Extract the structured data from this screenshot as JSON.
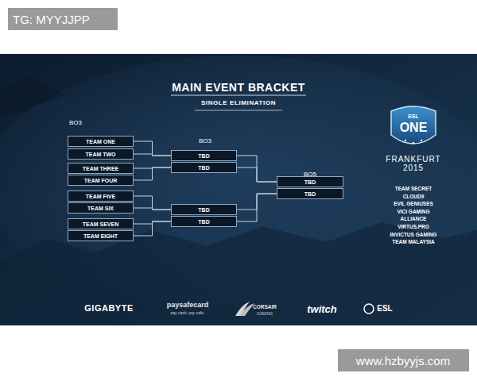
{
  "diagram": {
    "title": "MAIN EVENT BRACKET",
    "nodes": [
      {
        "text": [
          "TEAM ONE"
        ]
      },
      {
        "text": [
          "TEAM TWO"
        ]
      },
      {
        "text": [
          "TEAM THREE"
        ]
      },
      {
        "text": [
          "TEAM FOUR"
        ]
      },
      {
        "text": [
          "TEAM FIVE"
        ]
      },
      {
        "text": [
          "TEAM SIX"
        ]
      },
      {
        "text": [
          "TEAM SEVEN"
        ]
      },
      {
        "text": [
          "TEAM EIGHT"
        ]
      },
      {
        "text": [
          "TBD"
        ]
      },
      {
        "text": [
          "TBD"
        ]
      },
      {
        "text": [
          "TBD"
        ]
      },
      {
        "text": [
          "TBD"
        ]
      },
      {
        "text": [
          "TBD"
        ]
      },
      {
        "text": [
          "TBD"
        ]
      }
    ],
    "edges": [
      {
        "from": 0,
        "to": 8,
        "arrow": "none"
      },
      {
        "from": 1,
        "to": 8,
        "arrow": "none"
      },
      {
        "from": 2,
        "to": 9,
        "arrow": "none"
      },
      {
        "from": 3,
        "to": 9,
        "arrow": "none"
      },
      {
        "from": 4,
        "to": 10,
        "arrow": "none"
      },
      {
        "from": 5,
        "to": 10,
        "arrow": "none"
      },
      {
        "from": 6,
        "to": 11,
        "arrow": "none"
      },
      {
        "from": 7,
        "to": 11,
        "arrow": "none"
      },
      {
        "from": 8,
        "to": 12,
        "arrow": "none"
      },
      {
        "from": 9,
        "to": 12,
        "arrow": "none"
      },
      {
        "from": 10,
        "to": 13,
        "arrow": "none"
      },
      {
        "from": 11,
        "to": 13,
        "arrow": "none"
      }
    ],
    "labels": [
      "TG: MYYJJPP",
      "SINGLE ELIMINATION",
      "BO3",
      "BO3",
      "BO5",
      "ESL",
      "ONE",
      "FRANKFURT",
      "2015",
      "TEAM SECRET",
      "CLOUD9",
      "EVIL GENIUSES",
      "VICI GAMING",
      "ALLIANCE",
      "VIRTUS.PRO",
      "INVICTUS GAMING",
      "TEAM MALAYSIA",
      "GIGABYTE",
      "paysafecard",
      "pay cash, pay safe.",
      "CORSAIR",
      "GAMING",
      "twitch",
      "ESL",
      "www.hzbyyjs.com"
    ]
  }
}
